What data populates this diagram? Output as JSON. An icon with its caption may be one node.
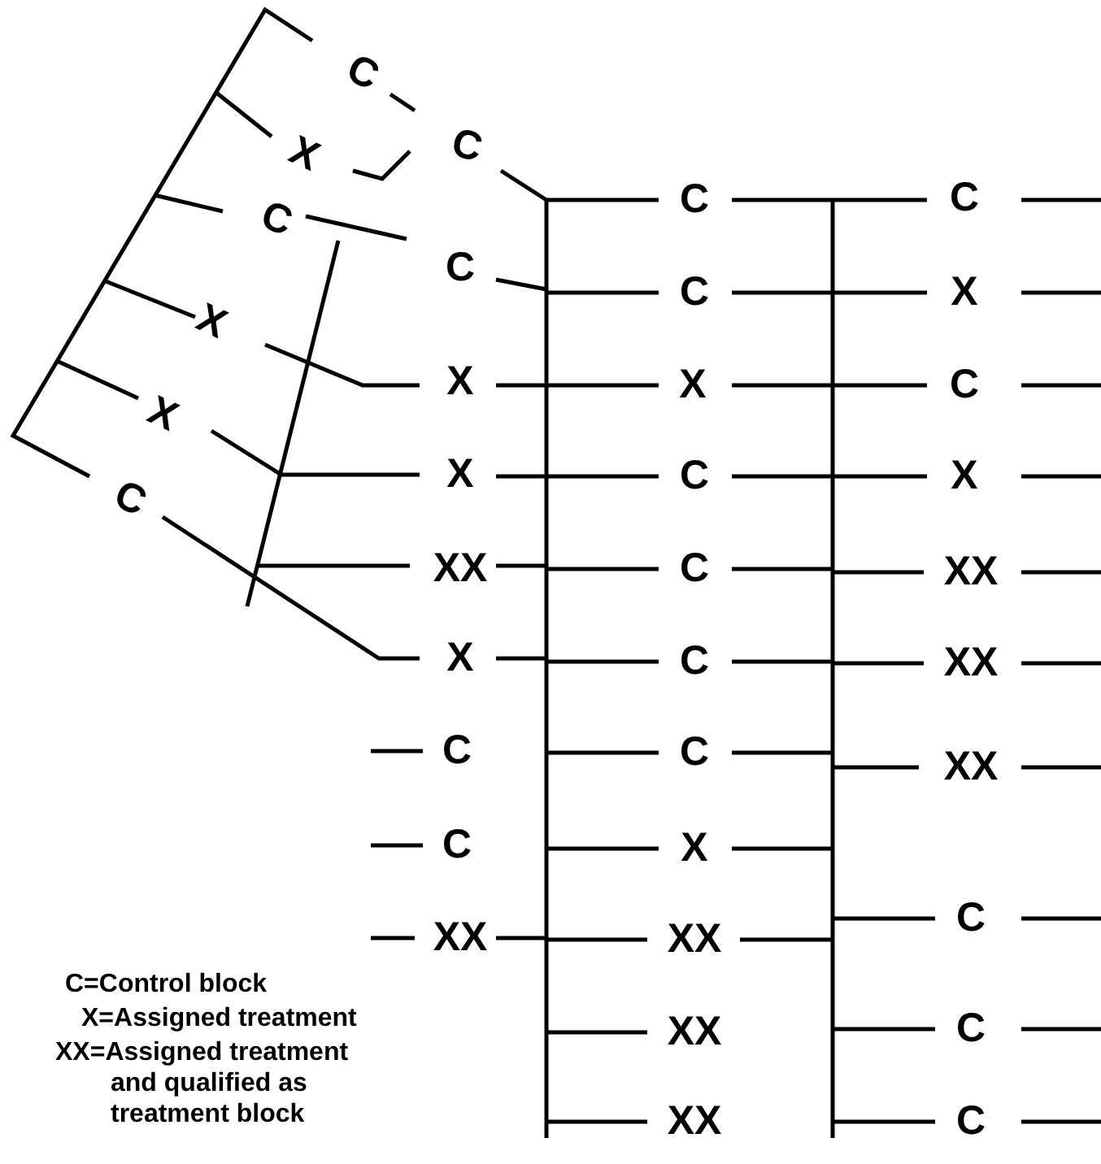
{
  "diagram": {
    "labels": [
      "C",
      "X",
      "C",
      "C",
      "C",
      "C",
      "C",
      "C",
      "X",
      "X",
      "X",
      "X",
      "C",
      "X",
      "X",
      "C",
      "X",
      "C",
      "XX",
      "C",
      "XX",
      "X",
      "C",
      "XX",
      "C",
      "C",
      "XX",
      "C",
      "X",
      "C",
      "XX",
      "XX",
      "XX",
      "C",
      "XX",
      "C",
      "C=Control block",
      "X=Assigned treatment",
      "XX=Assigned treatment and qualified as treatment block"
    ]
  }
}
